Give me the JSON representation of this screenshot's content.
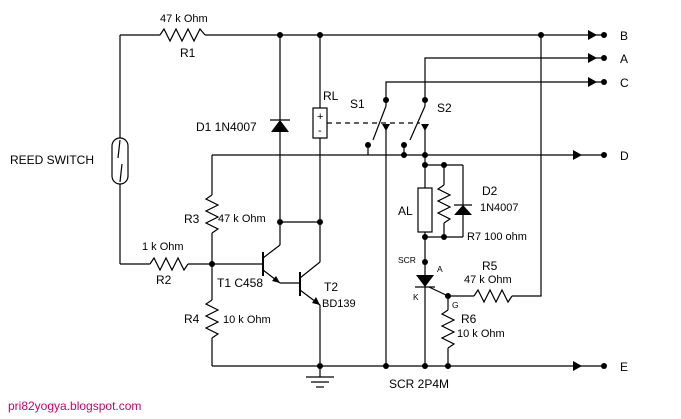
{
  "labels": {
    "r1_value": "47 k Ohm",
    "r1": "R1",
    "reed_switch": "REED SWITCH",
    "d1": "D1 1N4007",
    "rl": "RL",
    "relay_plus": "+",
    "relay_minus": "-",
    "s1": "S1",
    "s2": "S2",
    "out_b": "B",
    "out_a": "A",
    "out_c": "C",
    "out_d": "D",
    "out_e": "E",
    "r3": "R3",
    "r3_value": "47 k Ohm",
    "r2_value": "1 k Ohm",
    "r2": "R2",
    "t1": "T1 C458",
    "t2": "T2",
    "t2_part": "BD139",
    "r4": "R4",
    "r4_value": "10 k Ohm",
    "al": "AL",
    "d2": "D2",
    "d2_part": "1N4007",
    "r7": "R7 100 ohm",
    "scr_pin": "SCR",
    "pin_a": "A",
    "pin_k": "K",
    "pin_g": "G",
    "r5": "R5",
    "r5_value": "47 k Ohm",
    "r6": "R6",
    "r6_value": "10 k Ohm",
    "scr_part": "SCR 2P4M",
    "credit": "pri82yogya.blogspot.com"
  }
}
